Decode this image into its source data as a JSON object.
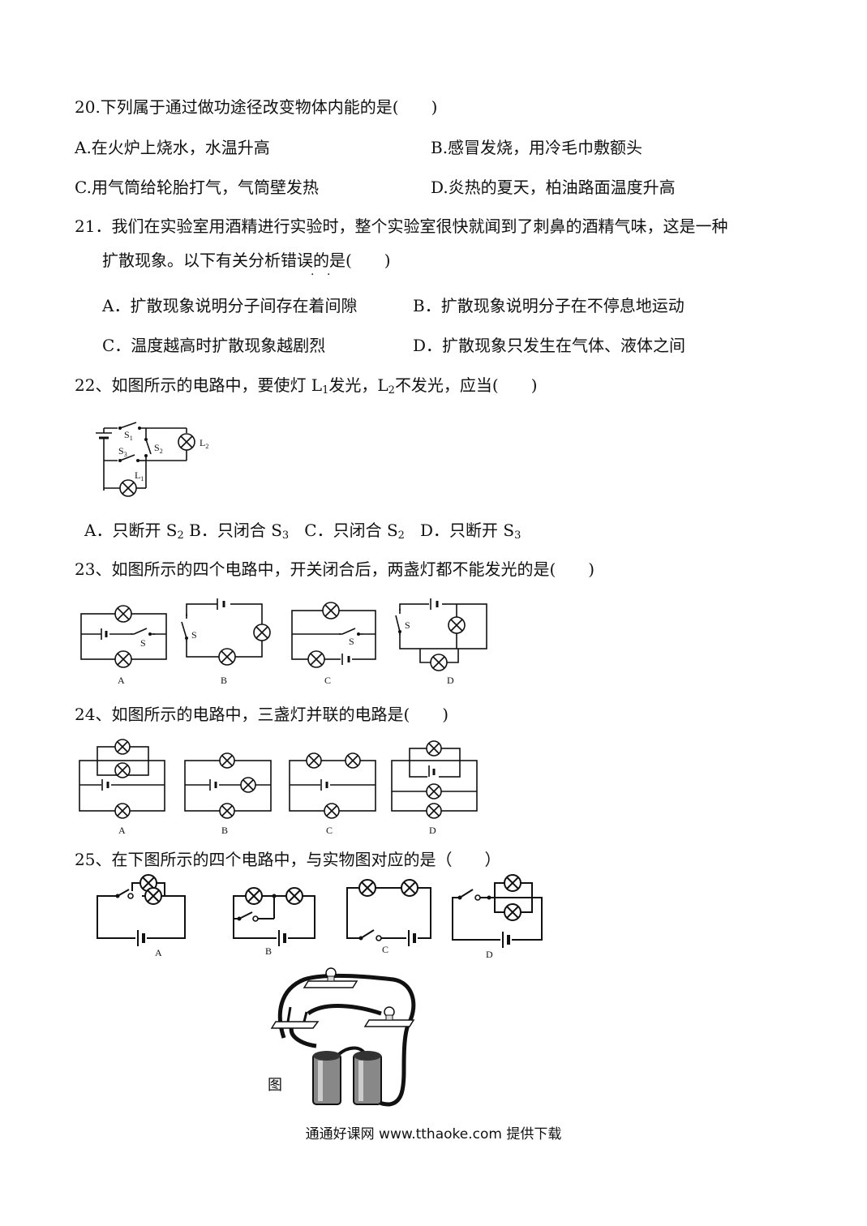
{
  "questions": {
    "q20": {
      "stem": "20.下列属于通过做功途径改变物体内能的是(　　)",
      "a": "A.在火炉上烧水，水温升高",
      "b": "B.感冒发烧，用冷毛巾敷额头",
      "c": "C.用气筒给轮胎打气，气筒壁发热",
      "d": "D.炎热的夏天，柏油路面温度升高"
    },
    "q21": {
      "stem1": "21．我们在实验室用酒精进行实验时，整个实验室很快就闻到了刺鼻的酒精气味，这是一种",
      "stem2": "扩散现象。以下有关分析错误的是(　　)",
      "a": "A．扩散现象说明分子间存在着间隙",
      "b": "B．扩散现象说明分子在不停息地运动",
      "c": "C．温度越高时扩散现象越剧烈",
      "d": "D．扩散现象只发生在气体、液体之间"
    },
    "q22": {
      "stem_a": "22、如图所示的电路中，要使灯 L",
      "stem_b": "发光，L",
      "stem_c": "不发光，应当(　　)",
      "sub1": "1",
      "sub2": "2",
      "opt_a": "A．只断开 S",
      "opt_b": "B．只闭合 S",
      "opt_c": "C．只闭合 S",
      "opt_d": "D．只断开 S",
      "opt_a_sub": "2",
      "opt_b_sub": "3",
      "opt_c_sub": "2",
      "opt_d_sub": "3",
      "fig_labels": {
        "s1": "S",
        "s1_sub": "1",
        "s2": "S",
        "s2_sub": "2",
        "s3": "S",
        "s3_sub": "3",
        "l1": "L",
        "l1_sub": "1",
        "l2": "L",
        "l2_sub": "2"
      }
    },
    "q23": {
      "stem": "23、如图所示的四个电路中，开关闭合后，两盏灯都不能发光的是(　　)",
      "fig_labels": [
        "A",
        "B",
        "C",
        "D"
      ],
      "switch_label": "S"
    },
    "q24": {
      "stem": "24、如图所示的电路中，三盏灯并联的电路是(　　)",
      "fig_labels": [
        "A",
        "B",
        "C",
        "D"
      ]
    },
    "q25": {
      "stem": "25、在下图所示的四个电路中，与实物图对应的是（　　）",
      "fig_labels": [
        "A",
        "B",
        "C",
        "D"
      ],
      "photo_caption": "图"
    }
  },
  "footer": "通通好课网 www.tthaoke.com 提供下载"
}
